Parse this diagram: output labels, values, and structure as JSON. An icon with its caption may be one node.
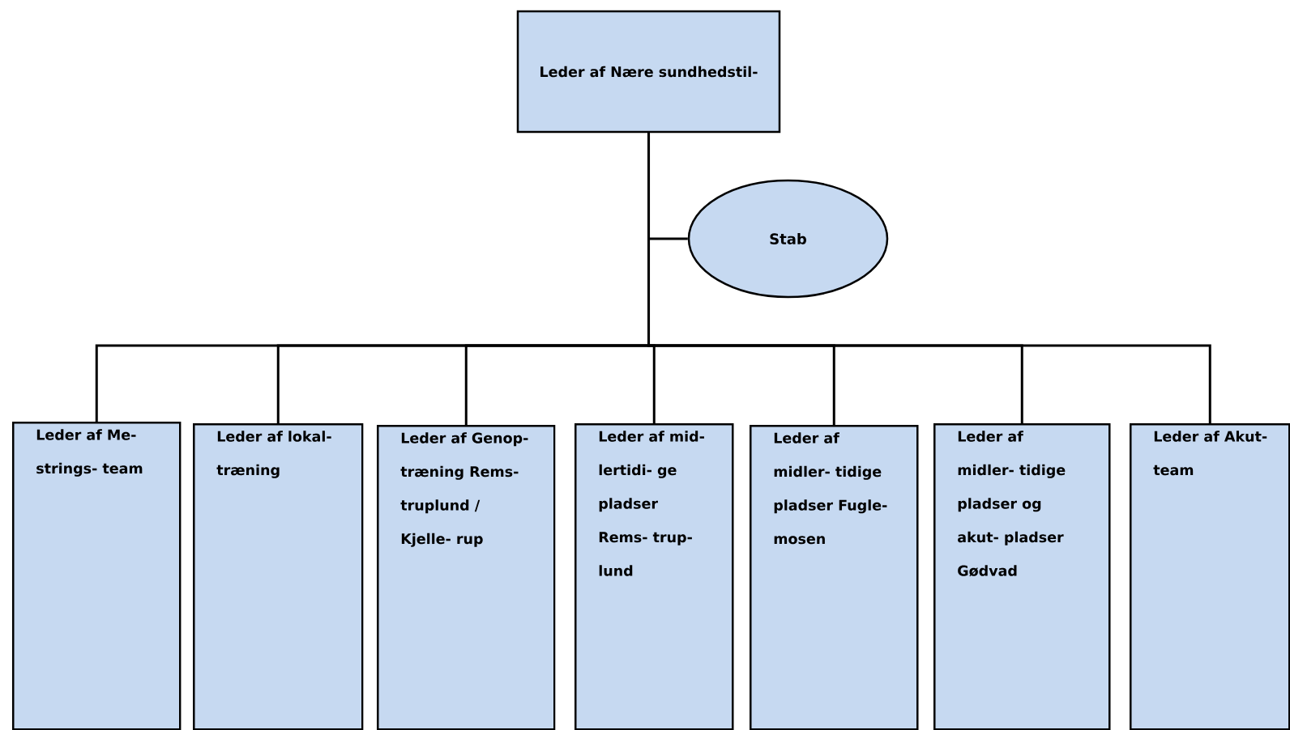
{
  "diagram": {
    "nodes": [
      {
        "text": [
          "Leder af Nære sundhedstil-"
        ]
      },
      {
        "text": [
          "Stab"
        ]
      },
      {
        "text": [
          "Leder af Me- strings- team"
        ]
      },
      {
        "text": [
          "Leder af lokal- træning"
        ]
      },
      {
        "text": [
          "Leder af Genop- træning Rems- truplund / Kjelle- rup"
        ]
      },
      {
        "text": [
          "Leder af mid- lertidi- ge pladser Rems- trup- lund"
        ]
      },
      {
        "text": [
          "Leder af midler- tidige pladser Fugle- mosen"
        ]
      },
      {
        "text": [
          "Leder af midler- tidige pladser og akut- pladser Gødvad"
        ]
      },
      {
        "text": [
          "Leder af Akut- team"
        ]
      }
    ],
    "edges": [
      {
        "from": 0,
        "to": 1,
        "arrow": "none"
      },
      {
        "from": 0,
        "to": 2,
        "arrow": "none"
      },
      {
        "from": 0,
        "to": 3,
        "arrow": "none"
      },
      {
        "from": 0,
        "to": 4,
        "arrow": "none"
      },
      {
        "from": 0,
        "to": 5,
        "arrow": "none"
      },
      {
        "from": 0,
        "to": 6,
        "arrow": "none"
      },
      {
        "from": 0,
        "to": 7,
        "arrow": "none"
      },
      {
        "from": 0,
        "to": 8,
        "arrow": "none"
      }
    ]
  }
}
